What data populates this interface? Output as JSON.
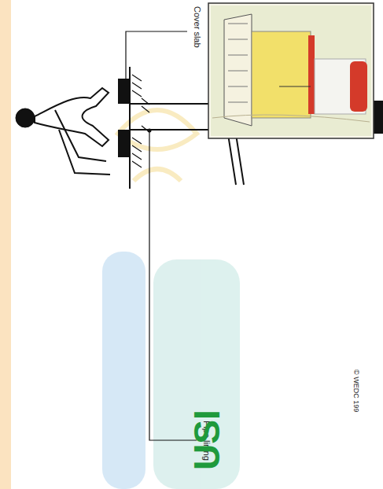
{
  "diagram": {
    "labels": [
      "Cover slab",
      "Pipe lining",
      "© WEDC 199",
      "USI"
    ]
  }
}
